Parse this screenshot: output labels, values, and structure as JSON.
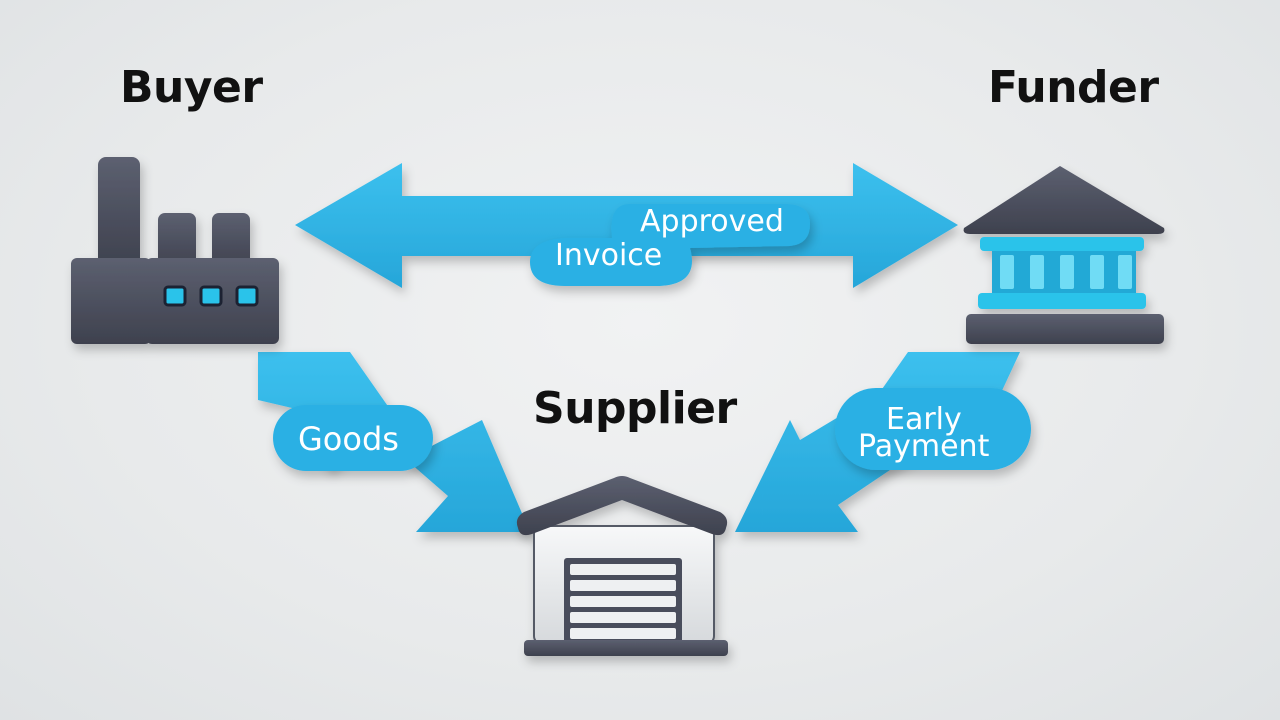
{
  "title": "",
  "nodes": {
    "buyer": {
      "label": "Buyer",
      "icon": "factory-icon"
    },
    "funder": {
      "label": "Funder",
      "icon": "bank-icon"
    },
    "supplier": {
      "label": "Supplier",
      "icon": "warehouse-icon"
    }
  },
  "flows": {
    "invoice": {
      "line1": "Approved",
      "line2": "Invoice",
      "from": "Buyer",
      "to": "Funder",
      "direction": "bidirectional"
    },
    "goods": {
      "label": "Goods",
      "from": "Buyer",
      "to": "Supplier"
    },
    "payment": {
      "line1": "Early",
      "line2": "Payment",
      "from": "Funder",
      "to": "Supplier"
    }
  },
  "colors": {
    "arrow": "#2fb2e3",
    "icon_dark": "#4a4d5c",
    "icon_accent": "#2cc3ea",
    "text": "#111111"
  }
}
